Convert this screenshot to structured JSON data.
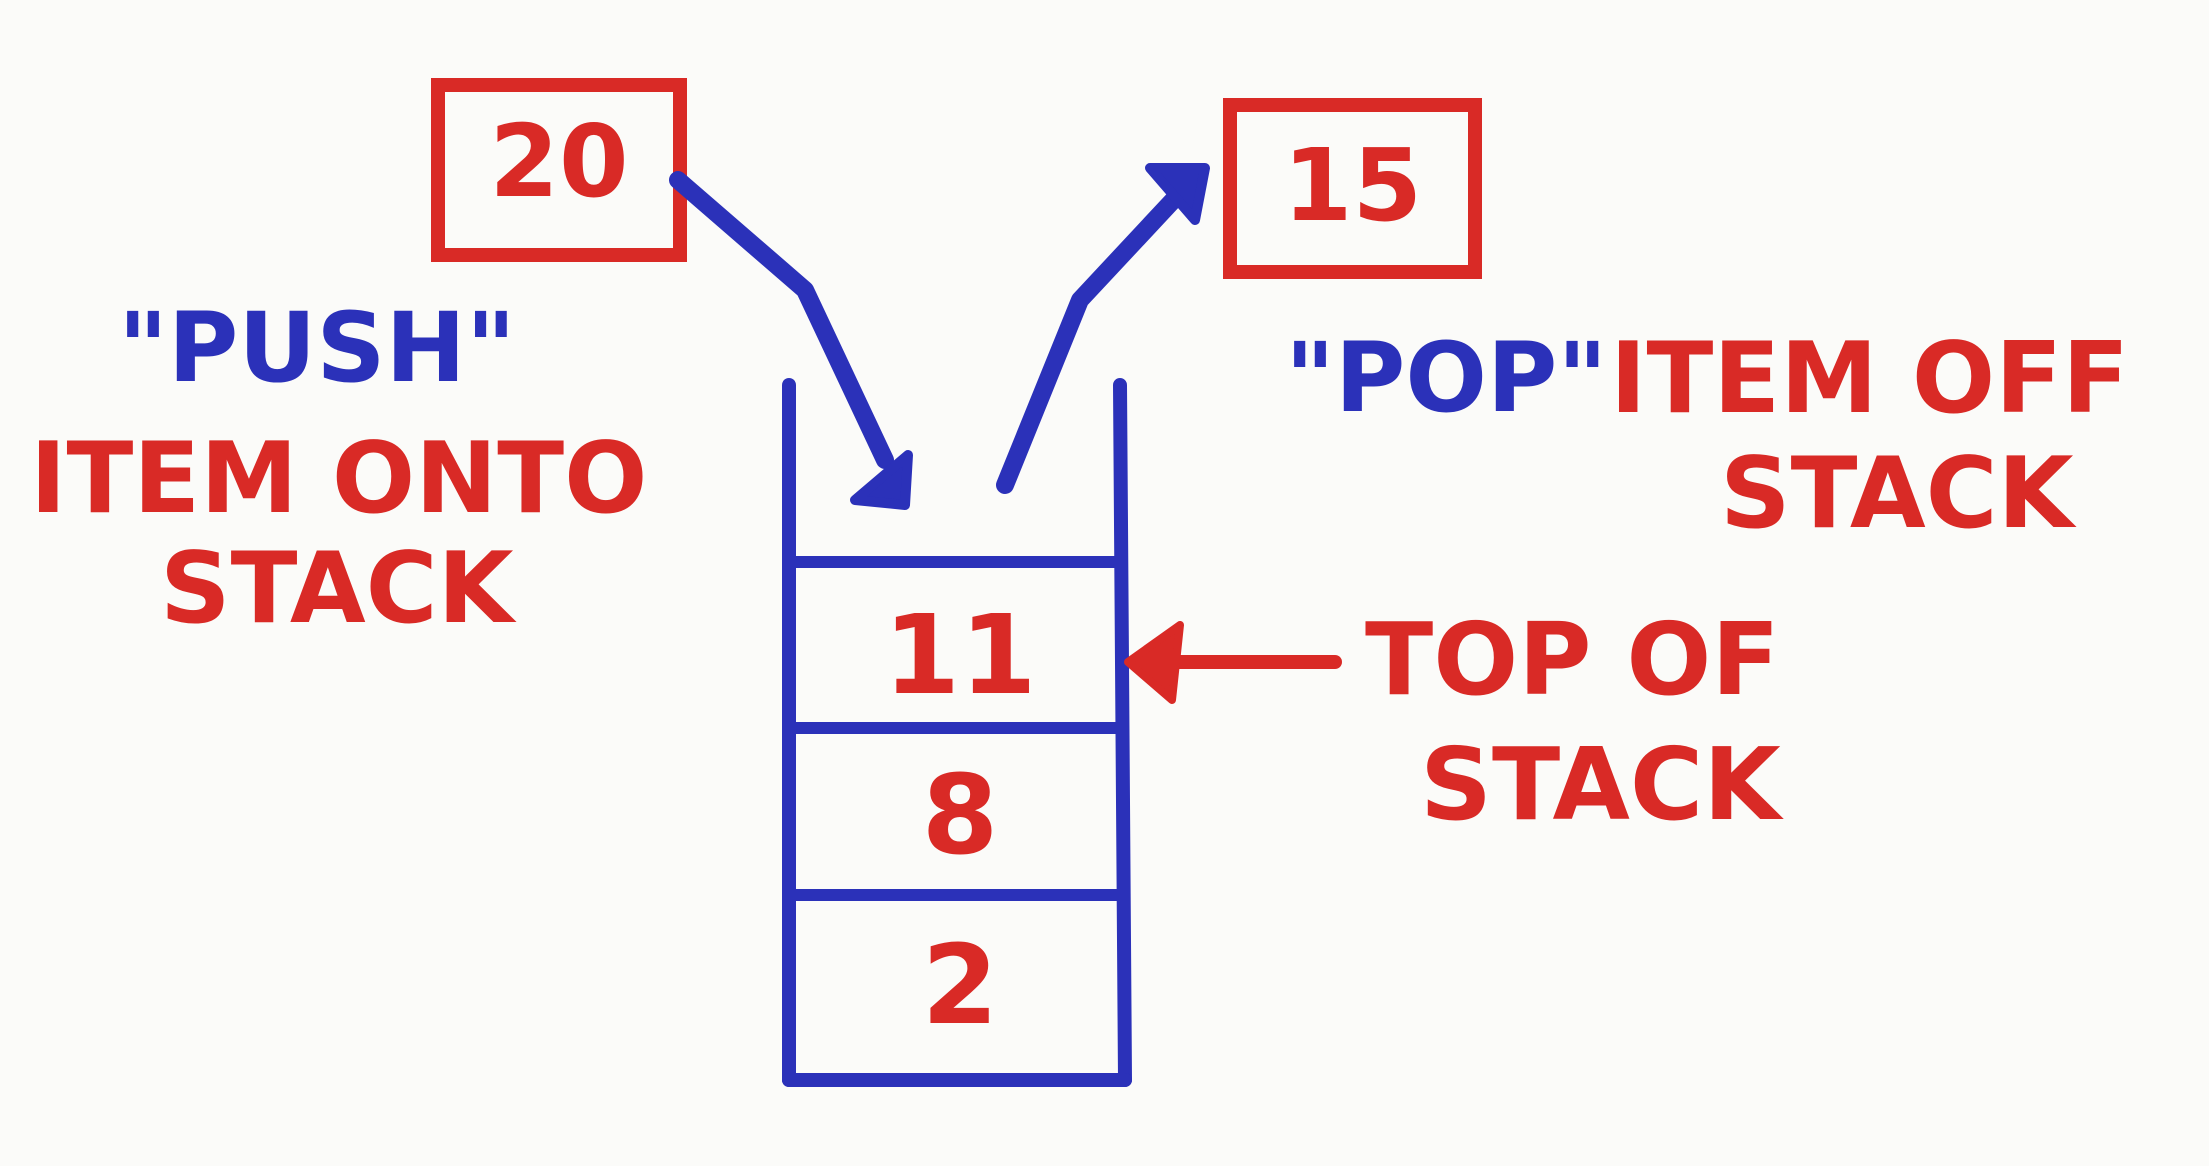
{
  "push_item": {
    "value": "20",
    "verb": "\"PUSH\"",
    "caption_line1": "ITEM ONTO",
    "caption_line2": "STACK"
  },
  "pop_item": {
    "value": "15",
    "verb": "\"POP\"",
    "caption_line1": "ITEM OFF",
    "caption_line2": "STACK"
  },
  "stack": {
    "items": [
      "11",
      "8",
      "2"
    ]
  },
  "top_label": {
    "line1": "TOP OF",
    "line2": "STACK"
  },
  "colors": {
    "red": "#d92a26",
    "blue": "#2b31b9",
    "background": "#fbfbf9"
  }
}
